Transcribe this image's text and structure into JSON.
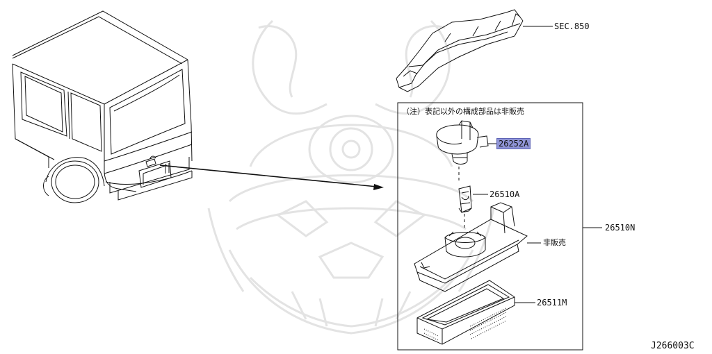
{
  "colors": {
    "line": "#111111",
    "watermark": "#e2e2e2",
    "highlight": "#8f94d6"
  },
  "watermark": {
    "icon": "samurai-helmet-icon"
  },
  "frame_note": "（注）表記以外の構成部品は非販売",
  "labels": {
    "sec": "SEC.850",
    "bulb_socket": "26252A",
    "bulb": "26510A",
    "assembly": "26510N",
    "housing_note": "非販売",
    "lens": "26511M"
  },
  "highlighted_part": "26252A",
  "diagram_code": "J266003C"
}
